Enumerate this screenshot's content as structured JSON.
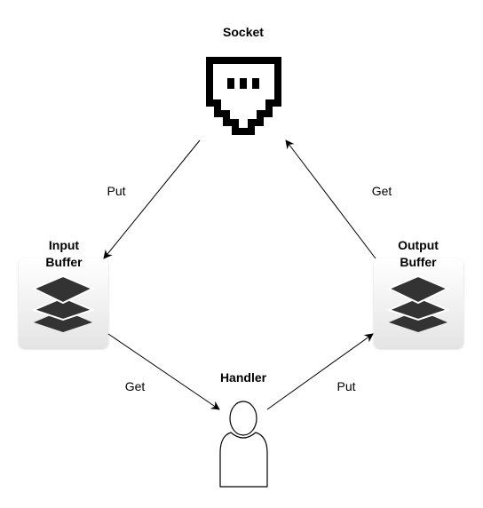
{
  "nodes": {
    "socket": {
      "label": "Socket",
      "icon": "ethernet-socket-icon"
    },
    "input_buffer": {
      "label": "Input\nBuffer",
      "line1": "Input",
      "line2": "Buffer",
      "icon": "layers-stack-icon"
    },
    "output_buffer": {
      "label": "Output\nBuffer",
      "line1": "Output",
      "line2": "Buffer",
      "icon": "layers-stack-icon"
    },
    "handler": {
      "label": "Handler",
      "icon": "user-person-icon"
    }
  },
  "edges": [
    {
      "from": "Socket",
      "to": "Input Buffer",
      "label": "Put"
    },
    {
      "from": "Output Buffer",
      "to": "Socket",
      "label": "Get"
    },
    {
      "from": "Input Buffer",
      "to": "Handler",
      "label": "Get"
    },
    {
      "from": "Handler",
      "to": "Output Buffer",
      "label": "Put"
    }
  ],
  "colors": {
    "line": "#000000",
    "buffer_icon": "#333333",
    "buffer_tile_top": "#ffffff",
    "buffer_tile_bottom": "#e6e6e6"
  }
}
